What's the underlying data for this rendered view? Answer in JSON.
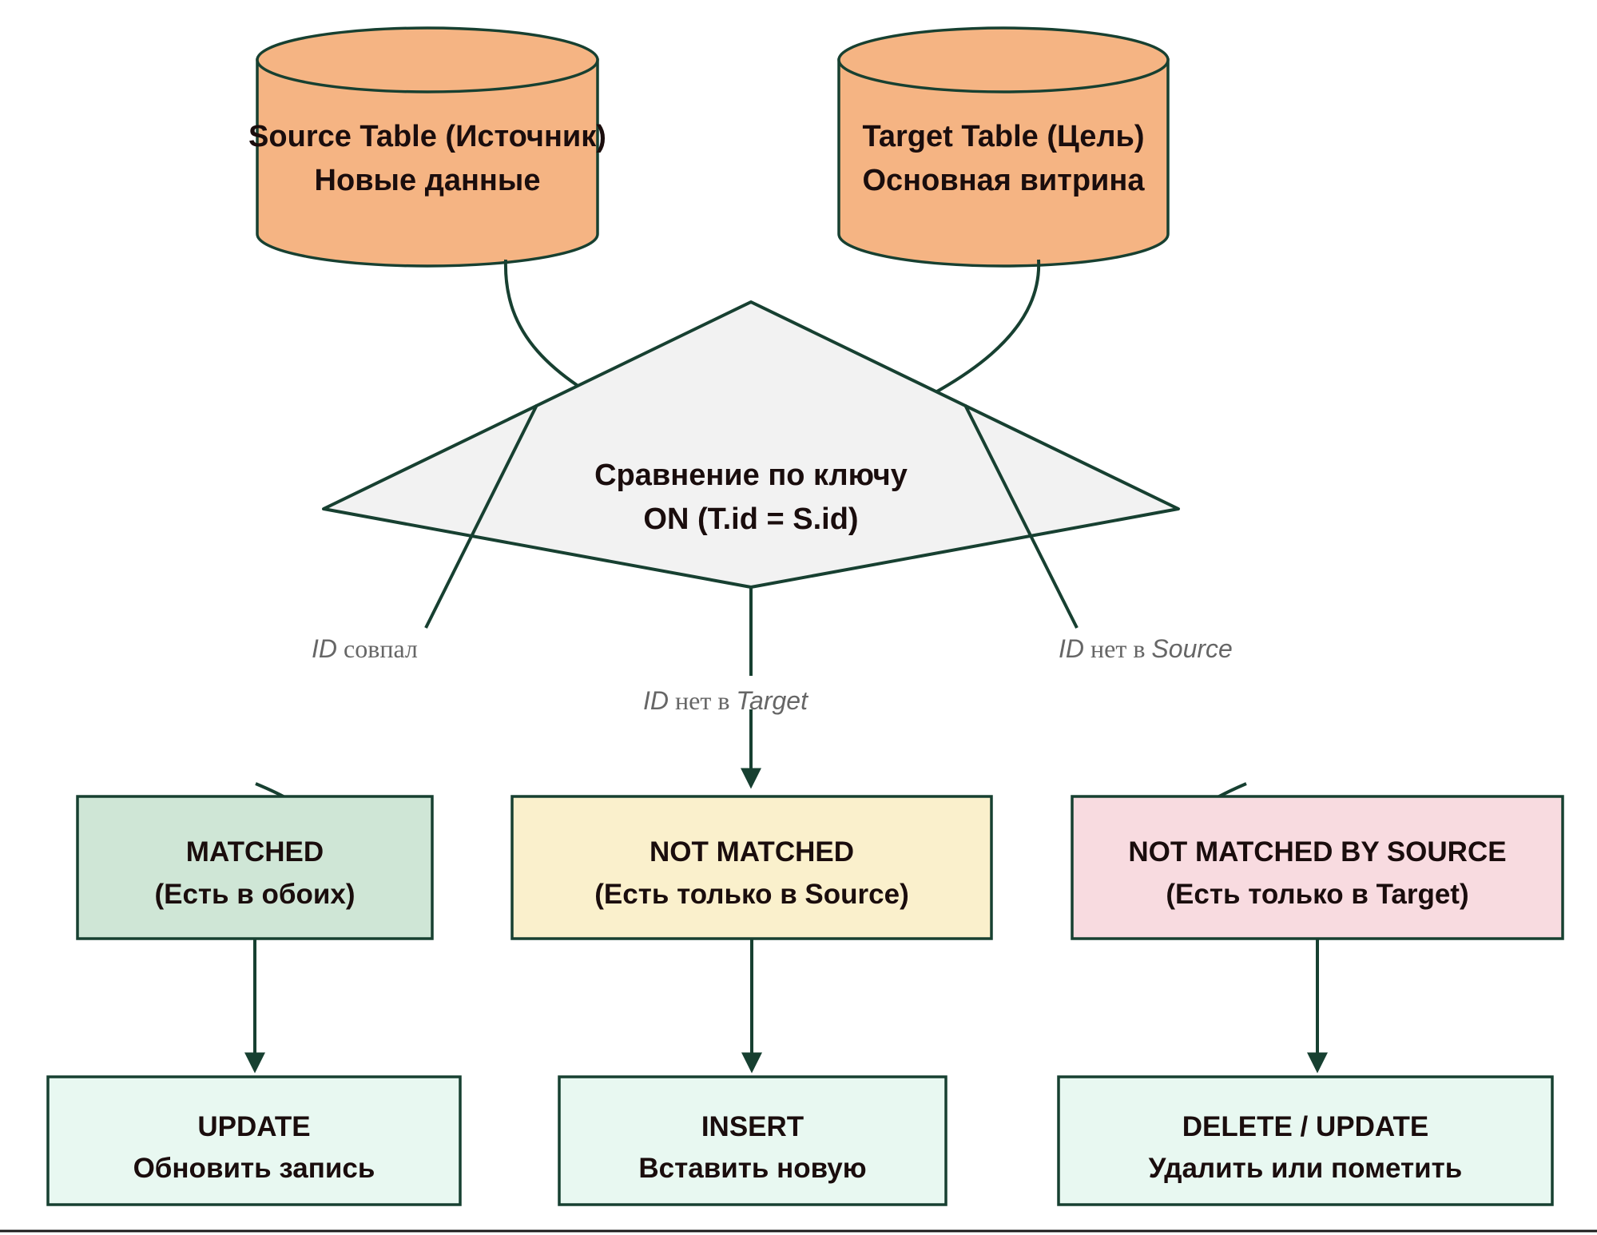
{
  "diagram": {
    "title": "SQL MERGE flow",
    "colors": {
      "source_fill": "#f5b483",
      "target_fill": "#f5b483",
      "stroke": "#174031",
      "decision_fill": "#f2f2f2",
      "matched_fill": "#cfe6d6",
      "not_matched_fill": "#faf0cc",
      "not_matched_by_source_fill": "#f8dbe0",
      "action_fill": "#e8f8f1",
      "label_text": "#666666",
      "node_text": "#1a0d0d"
    },
    "sources": [
      {
        "id": "source-table",
        "line1": "Source Table (Источник)",
        "line2": "Новые данные"
      },
      {
        "id": "target-table",
        "line1": "Target Table (Цель)",
        "line2": "Основная витрина"
      }
    ],
    "decision": {
      "id": "key-comparison",
      "line1": "Сравнение по ключу",
      "line2": "ON (T.id = S.id)"
    },
    "branches": [
      {
        "id": "matched",
        "edge_label": {
          "emphasis": "ID",
          "rest": " совпал"
        },
        "condition": {
          "line1": "MATCHED",
          "line2": "(Есть в обоих)"
        },
        "action": {
          "line1": "UPDATE",
          "line2": "Обновить запись"
        }
      },
      {
        "id": "not-matched",
        "edge_label": {
          "emphasis": "ID",
          "rest": " нет в ",
          "emphasis2": "Target"
        },
        "condition": {
          "line1": "NOT MATCHED",
          "line2": "(Есть только в Source)"
        },
        "action": {
          "line1": "INSERT",
          "line2": "Вставить новую"
        }
      },
      {
        "id": "not-matched-by-source",
        "edge_label": {
          "emphasis": "ID",
          "rest": " нет в ",
          "emphasis2": "Source"
        },
        "condition": {
          "line1": "NOT MATCHED BY SOURCE",
          "line2": "(Есть только в Target)"
        },
        "action": {
          "line1": "DELETE / UPDATE",
          "line2": "Удалить или пометить"
        }
      }
    ]
  }
}
